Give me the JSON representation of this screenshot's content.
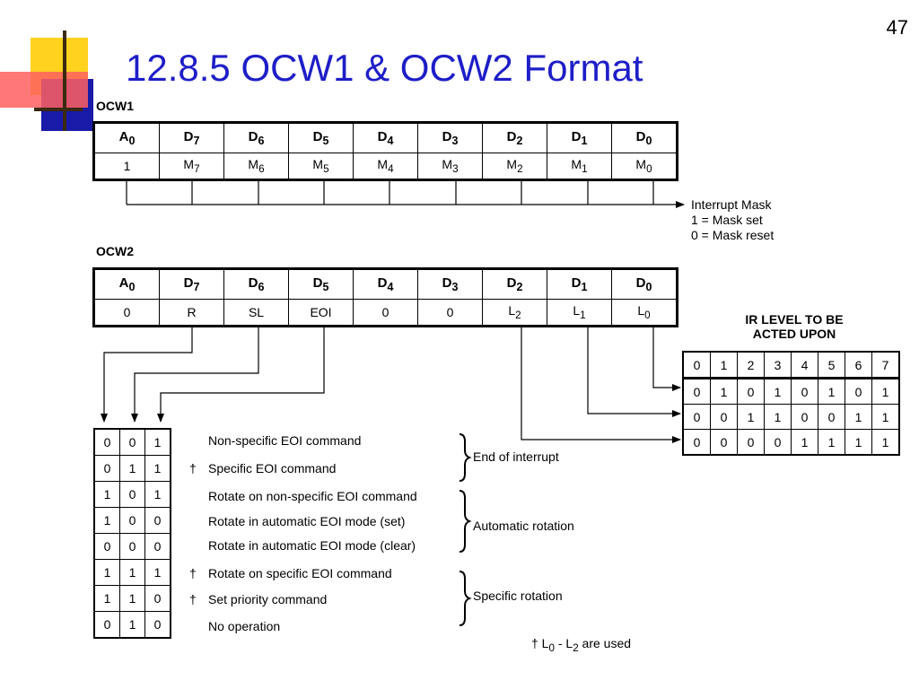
{
  "slide": {
    "number": "47",
    "title": "12.8.5 OCW1 & OCW2 Format"
  },
  "ocw1": {
    "label": "OCW1",
    "headers": [
      "A0",
      "D7",
      "D6",
      "D5",
      "D4",
      "D3",
      "D2",
      "D1",
      "D0"
    ],
    "values": [
      "1",
      "M7",
      "M6",
      "M5",
      "M4",
      "M3",
      "M2",
      "M1",
      "M0"
    ],
    "mask_note": "Interrupt Mask\n1 = Mask set\n0 = Mask reset"
  },
  "ocw2": {
    "label": "OCW2",
    "headers": [
      "A0",
      "D7",
      "D6",
      "D5",
      "D4",
      "D3",
      "D2",
      "D1",
      "D0"
    ],
    "values": [
      "0",
      "R",
      "SL",
      "EOI",
      "0",
      "0",
      "L2",
      "L1",
      "L0"
    ]
  },
  "ir_level": {
    "title": "IR LEVEL TO BE\nACTED UPON",
    "rows": [
      [
        "0",
        "1",
        "2",
        "3",
        "4",
        "5",
        "6",
        "7"
      ],
      [
        "0",
        "1",
        "0",
        "1",
        "0",
        "1",
        "0",
        "1"
      ],
      [
        "0",
        "0",
        "1",
        "1",
        "0",
        "0",
        "1",
        "1"
      ],
      [
        "0",
        "0",
        "0",
        "0",
        "1",
        "1",
        "1",
        "1"
      ]
    ]
  },
  "commands": [
    {
      "bits": [
        "0",
        "0",
        "1"
      ],
      "dagger": "",
      "text": "Non-specific EOI command"
    },
    {
      "bits": [
        "0",
        "1",
        "1"
      ],
      "dagger": "†",
      "text": "Specific EOI command"
    },
    {
      "bits": [
        "1",
        "0",
        "1"
      ],
      "dagger": "",
      "text": "Rotate on non-specific EOI command"
    },
    {
      "bits": [
        "1",
        "0",
        "0"
      ],
      "dagger": "",
      "text": "Rotate in automatic EOI mode (set)"
    },
    {
      "bits": [
        "0",
        "0",
        "0"
      ],
      "dagger": "",
      "text": "Rotate in automatic EOI mode (clear)"
    },
    {
      "bits": [
        "1",
        "1",
        "1"
      ],
      "dagger": "†",
      "text": "Rotate on specific EOI command"
    },
    {
      "bits": [
        "1",
        "1",
        "0"
      ],
      "dagger": "†",
      "text": "Set priority command"
    },
    {
      "bits": [
        "0",
        "1",
        "0"
      ],
      "dagger": "",
      "text": "No operation"
    }
  ],
  "groups": {
    "end_of_interrupt": "End of interrupt",
    "automatic_rotation": "Automatic rotation",
    "specific_rotation": "Specific rotation"
  },
  "footnote": "† L0 - L2 are used"
}
